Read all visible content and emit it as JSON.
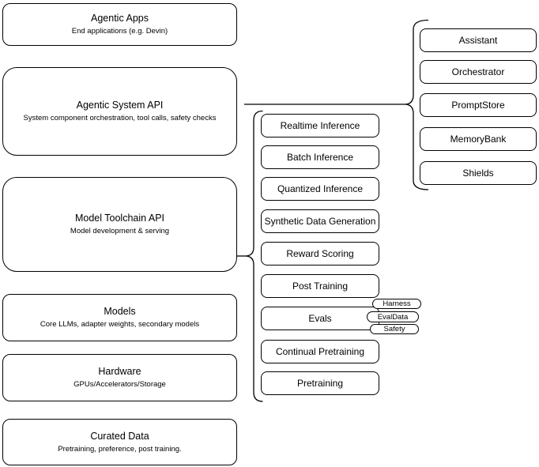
{
  "diagram": {
    "left_stack": [
      {
        "title": "Agentic Apps",
        "subtitle": "End applications (e.g. Devin)"
      },
      {
        "title": "Agentic System API",
        "subtitle": "System component orchestration, tool calls, safety checks"
      },
      {
        "title": "Model Toolchain API",
        "subtitle": "Model development & serving"
      },
      {
        "title": "Models",
        "subtitle": "Core LLMs, adapter weights, secondary models"
      },
      {
        "title": "Hardware",
        "subtitle": "GPUs/Accelerators/Storage"
      },
      {
        "title": "Curated Data",
        "subtitle": "Pretraining, preference, post training."
      }
    ],
    "toolchain_items": [
      "Realtime Inference",
      "Batch Inference",
      "Quantized Inference",
      "Synthetic Data Generation",
      "Reward Scoring",
      "Post Training",
      "Evals",
      "Continual Pretraining",
      "Pretraining"
    ],
    "evals_tags": [
      "Harness",
      "EvalData",
      "Safety"
    ],
    "system_components": [
      "Assistant",
      "Orchestrator",
      "PromptStore",
      "MemoryBank",
      "Shields"
    ],
    "colors": {
      "stroke": "#000000",
      "fill": "#ffffff",
      "background": "#ffffff"
    }
  }
}
